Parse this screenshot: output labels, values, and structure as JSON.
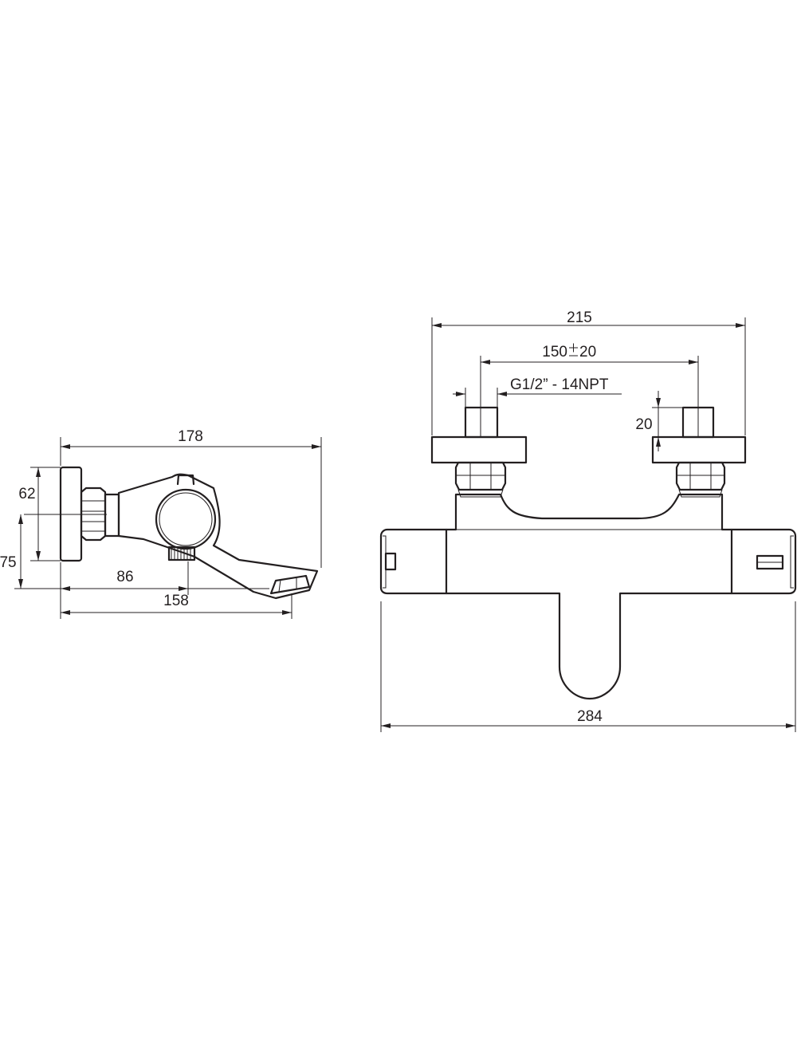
{
  "side_view": {
    "dim_total_depth": "178",
    "dim_outlet_depth": "158",
    "dim_shower_outlet": "86",
    "dim_center_height": "62",
    "dim_total_height": "75"
  },
  "front_view": {
    "dim_inlet_span": "215",
    "dim_inlet_centers": "150",
    "dim_inlet_tolerance": "20",
    "dim_thread": "G1/2” - 14NPT",
    "dim_connector_length": "20",
    "dim_total_width": "284"
  },
  "colors": {
    "line": "#231f20",
    "background": "#ffffff"
  }
}
